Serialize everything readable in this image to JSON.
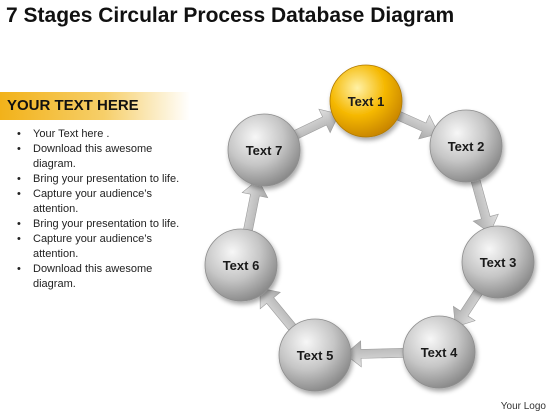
{
  "title": "7 Stages Circular Process Database Diagram",
  "banner": "YOUR TEXT HERE",
  "bullets": [
    "Your Text here .",
    "Download this awesome diagram.",
    "Bring your presentation to life.",
    "Capture your audience’s attention.",
    "Bring your presentation to life.",
    "Capture your audience’s attention.",
    "Download this awesome diagram."
  ],
  "nodes": [
    {
      "label": "Text 1",
      "highlight": true
    },
    {
      "label": "Text 2",
      "highlight": false
    },
    {
      "label": "Text 3",
      "highlight": false
    },
    {
      "label": "Text 4",
      "highlight": false
    },
    {
      "label": "Text 5",
      "highlight": false
    },
    {
      "label": "Text 6",
      "highlight": false
    },
    {
      "label": "Text 7",
      "highlight": false
    }
  ],
  "logo": "Your Logo",
  "colors": {
    "highlight": "#f5b800",
    "node": "#bcbcbc",
    "arrow": "#bdbdbd"
  }
}
